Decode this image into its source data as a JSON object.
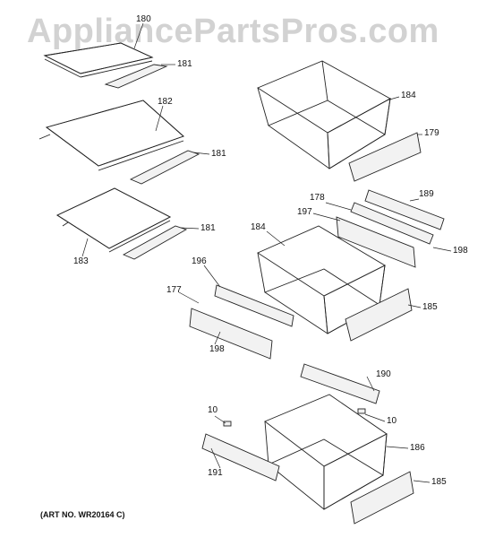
{
  "watermark": "AppliancePartsPros.com",
  "art_number": "(ART NO. WR20164 C)",
  "callouts": {
    "c180": "180",
    "c181a": "181",
    "c182": "182",
    "c181b": "181",
    "c183": "183",
    "c181c": "181",
    "c184a": "184",
    "c179": "179",
    "c178": "178",
    "c189": "189",
    "c197": "197",
    "c184b": "184",
    "c198a": "198",
    "c196": "196",
    "c177": "177",
    "c185a": "185",
    "c198b": "198",
    "c190": "190",
    "c10a": "10",
    "c10b": "10",
    "c186": "186",
    "c191": "191",
    "c185b": "185"
  }
}
